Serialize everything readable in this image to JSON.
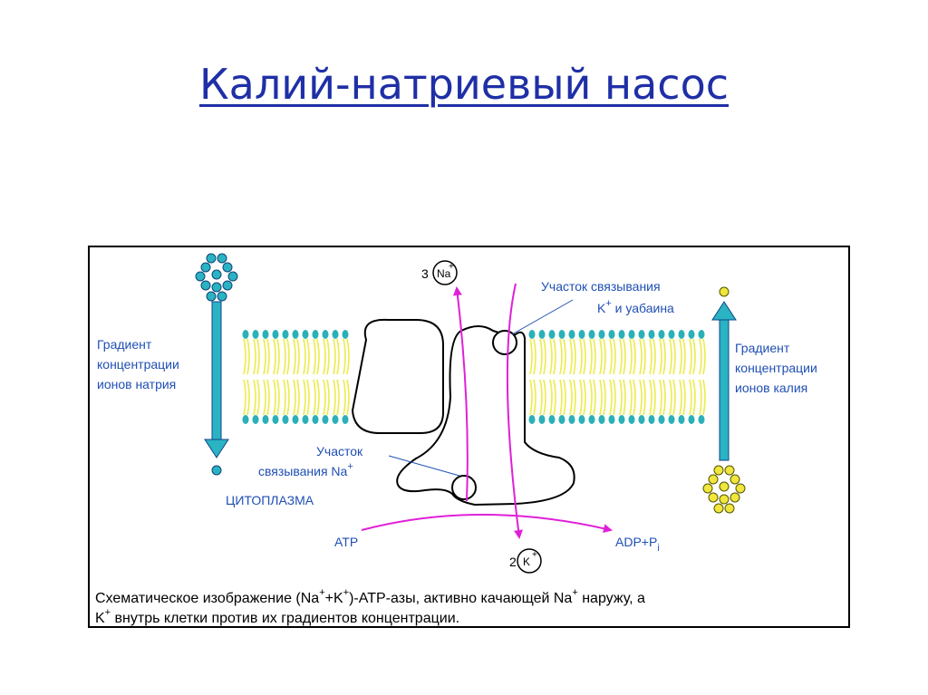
{
  "title": "Калий-натриевый насос",
  "labels": {
    "na_gradient": [
      "Градиент",
      "концентрации",
      "ионов натрия"
    ],
    "k_gradient": [
      "Градиент",
      "концентрации",
      "ионов калия"
    ],
    "k_site": [
      "Участок связывания",
      "K",
      "+",
      " и уабаина"
    ],
    "na_site": [
      "Участок",
      "связывания Na",
      "+"
    ],
    "cytoplasm": "ЦИТОПЛАЗМА",
    "atp": "ATP",
    "adp": "ADP+P",
    "adp_sub": "i",
    "na_out_count": "3",
    "na_out_ion": "Na",
    "na_out_charge": "+",
    "k_in_count": "2",
    "k_in_ion": "K",
    "k_in_charge": "+"
  },
  "caption": {
    "line1_a": "Схематическое изображение (Na",
    "plus1": "+",
    "line1_b": "+K",
    "plus2": "+",
    "line1_c": ")-ATP-азы, активно качающей Na",
    "plus3": "+",
    "line1_d": " наружу, а",
    "line2_a": "K",
    "plus4": "+",
    "line2_b": " внутрь клетки против их градиентов концентрации."
  },
  "colors": {
    "title": "#1f2fa6",
    "label": "#1f4fb4",
    "gradient_arrow": "#29b3c3",
    "sodium": "#29b3c3",
    "potassium": "#f0e63c",
    "membrane_tails": "#ecec4a",
    "membrane_heads": "#2bb0b8",
    "flow_arrows": "#e020d8"
  }
}
